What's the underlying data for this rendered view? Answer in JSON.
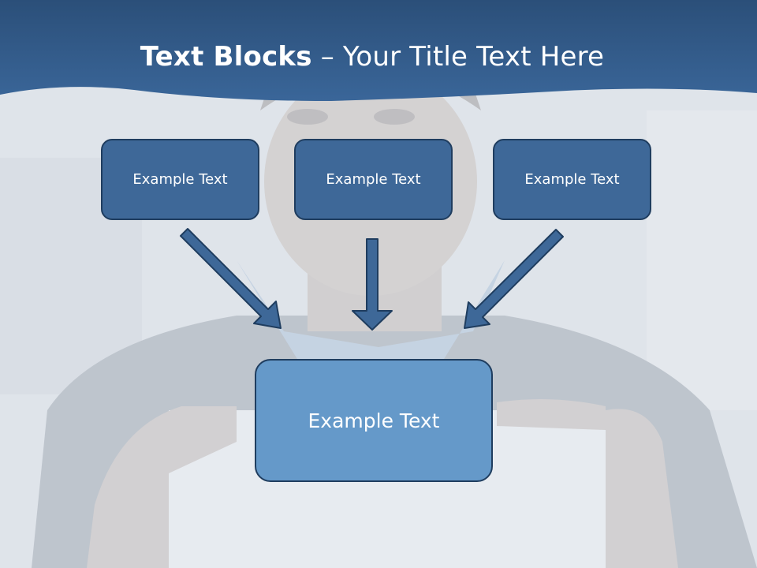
{
  "title": {
    "bold": "Text Blocks",
    "rest": "– Your Title Text Here"
  },
  "blocks": {
    "top": [
      "Example Text",
      "Example Text",
      "Example Text"
    ],
    "bottom": "Example Text"
  },
  "colors": {
    "banner": "#2e5f94",
    "block_top": "#3e6898",
    "block_bottom": "#6599c9",
    "border": "#1f3d5f",
    "arrow": "#3e6898"
  }
}
